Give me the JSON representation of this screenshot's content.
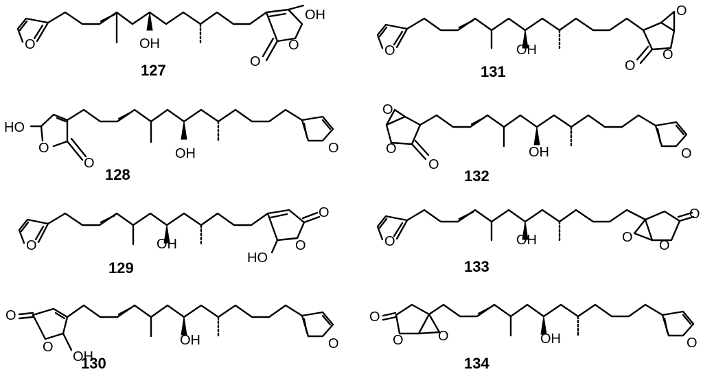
{
  "compounds": [
    {
      "id": "127",
      "label": "127"
    },
    {
      "id": "128",
      "label": "128"
    },
    {
      "id": "129",
      "label": "129"
    },
    {
      "id": "130",
      "label": "130"
    },
    {
      "id": "131",
      "label": "131"
    },
    {
      "id": "132",
      "label": "132"
    },
    {
      "id": "133",
      "label": "133"
    },
    {
      "id": "134",
      "label": "134"
    }
  ],
  "atom_labels": {
    "O": "O",
    "OH": "OH",
    "HO": "HO"
  }
}
